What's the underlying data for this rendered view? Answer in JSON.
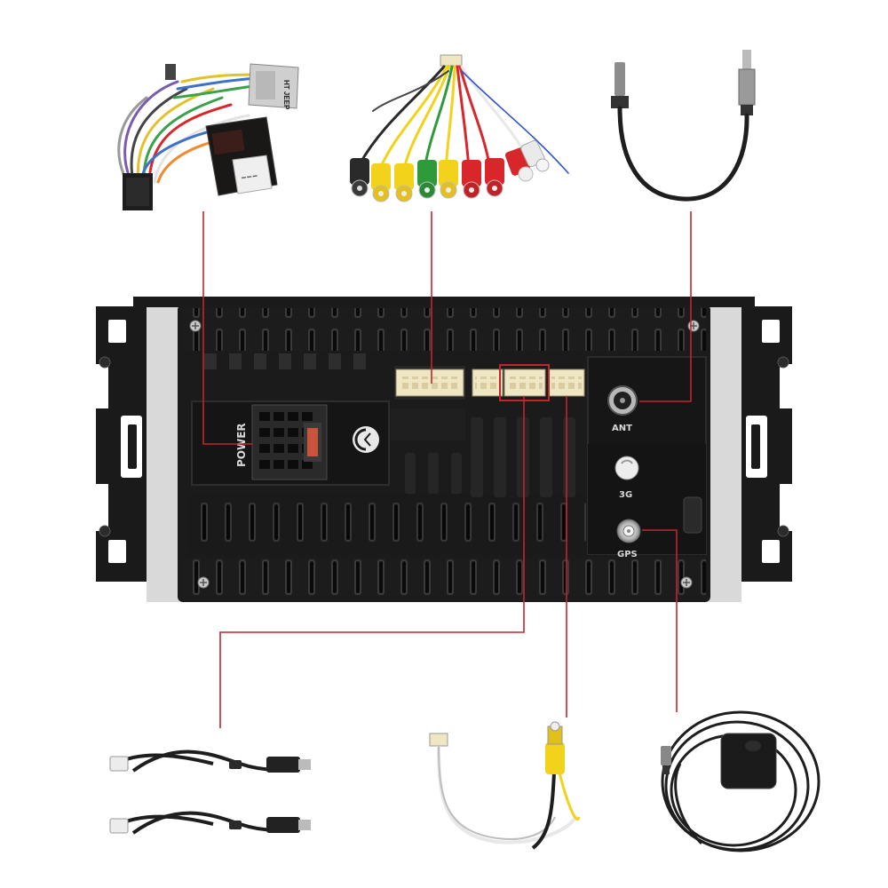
{
  "unit": {
    "port_labels": {
      "power": "POWER",
      "antenna": "ANT",
      "cellular": "3G",
      "gps": "GPS"
    }
  },
  "accessories": {
    "power_harness": {
      "adapter_label": "HT JEEP"
    }
  },
  "colors": {
    "connector_line": "#c0272d",
    "unit_body": "#1b1b1b",
    "connector_housing": "#efe6c4",
    "rca_yellow": "#f2d21b",
    "rca_red": "#d8262b",
    "rca_green": "#2f9a3a",
    "mounting_frame": "#1a1a1a"
  },
  "icons": [
    "screw-icon",
    "fuse-icon",
    "ce-mark-icon",
    "usb-plug-icon",
    "rca-plug-icon",
    "sma-connector-icon"
  ]
}
